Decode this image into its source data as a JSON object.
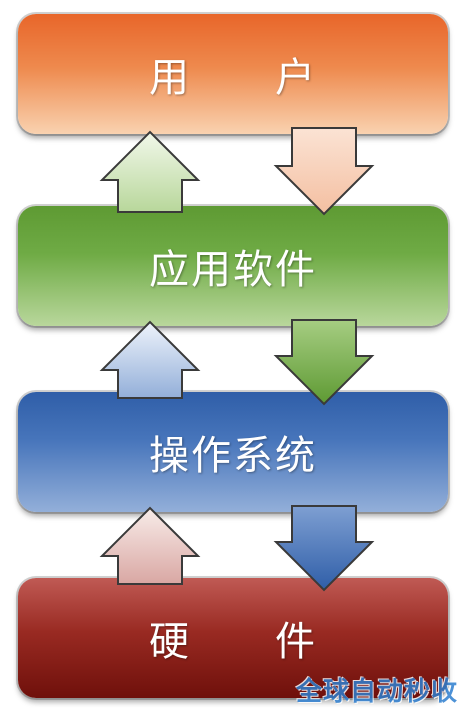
{
  "layers": {
    "user": "用　　户",
    "app": "应用软件",
    "os": "操作系统",
    "hardware": "硬　　件"
  },
  "watermark": "全球自动秒收",
  "colors": {
    "user": "#e8662a",
    "app": "#5e9a33",
    "os": "#2f5ea8",
    "hardware": "#8b1c15"
  }
}
